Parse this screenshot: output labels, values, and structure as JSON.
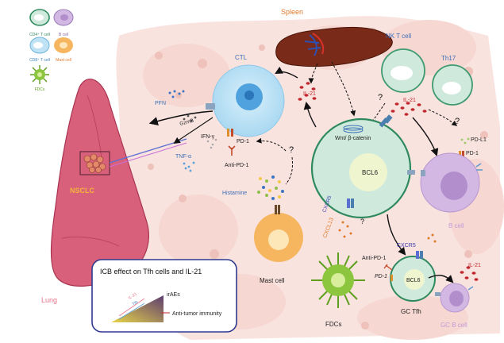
{
  "legend": {
    "cd4_t_cell": "CD4⁺ T cell",
    "b_cell": "B cell",
    "cd8_t_cell": "CD8⁺ T cell",
    "mast_cell": "Mast cell",
    "fdcs": "FDCs"
  },
  "organs": {
    "spleen": "Spleen",
    "lung": "Lung",
    "tumor": "NSCLC"
  },
  "cells": {
    "ctl": "CTL",
    "nkt": "NK T cell",
    "th17": "Th17",
    "bcl6_main": "BCL6",
    "wnt": "Wnt/ β-catenin",
    "b_cell": "B cell",
    "mast": "Mast cell",
    "fdcs": "FDCs",
    "gc_tfh": "GC Tfh",
    "bcl6_gc": "BCL6",
    "gc_b": "GC B cell"
  },
  "molecules": {
    "pfn": "PFN",
    "gzmb": "GzmB",
    "ifn": "IFN-γ",
    "tnf": "TNF-α",
    "il21_ctl": "IL-21",
    "il21_nkt": "IL-21",
    "il21_gc": "IL-21",
    "pd1_ctl": "PD-1",
    "anti_pd1_ctl": "Anti-PD-1",
    "histamine": "Histamine",
    "cxcr5_main": "CXCR5",
    "cxcl13": "CXCL13",
    "pdl1": "PD-L1",
    "pd1_b": "PD-1",
    "cxcr5_gc": "CXCR5",
    "anti_pd1_gc": "Anti-PD-1",
    "pd1_gc": "PD-1",
    "question": "?"
  },
  "icb_box": {
    "title": "ICB effect on Tfh cells and IL-21",
    "il21": "IL-21",
    "tfh": "Tfh",
    "iraes": "irAEs",
    "anti_tumor": "Anti-tumor immunity"
  },
  "colors": {
    "cd4": "#cfeadd",
    "cd4_ring": "#3f9a70",
    "bcell": "#d2b8e2",
    "cd8": "#bfe2f5",
    "mast": "#f6b660",
    "fdc": "#8cc63f",
    "lung": "#d9607a",
    "spleen": "#7a2a18",
    "il21": "#c0282d",
    "label_blue": "#3b6fb6",
    "label_orange": "#e07a2b",
    "label_pink": "#e8728a"
  }
}
